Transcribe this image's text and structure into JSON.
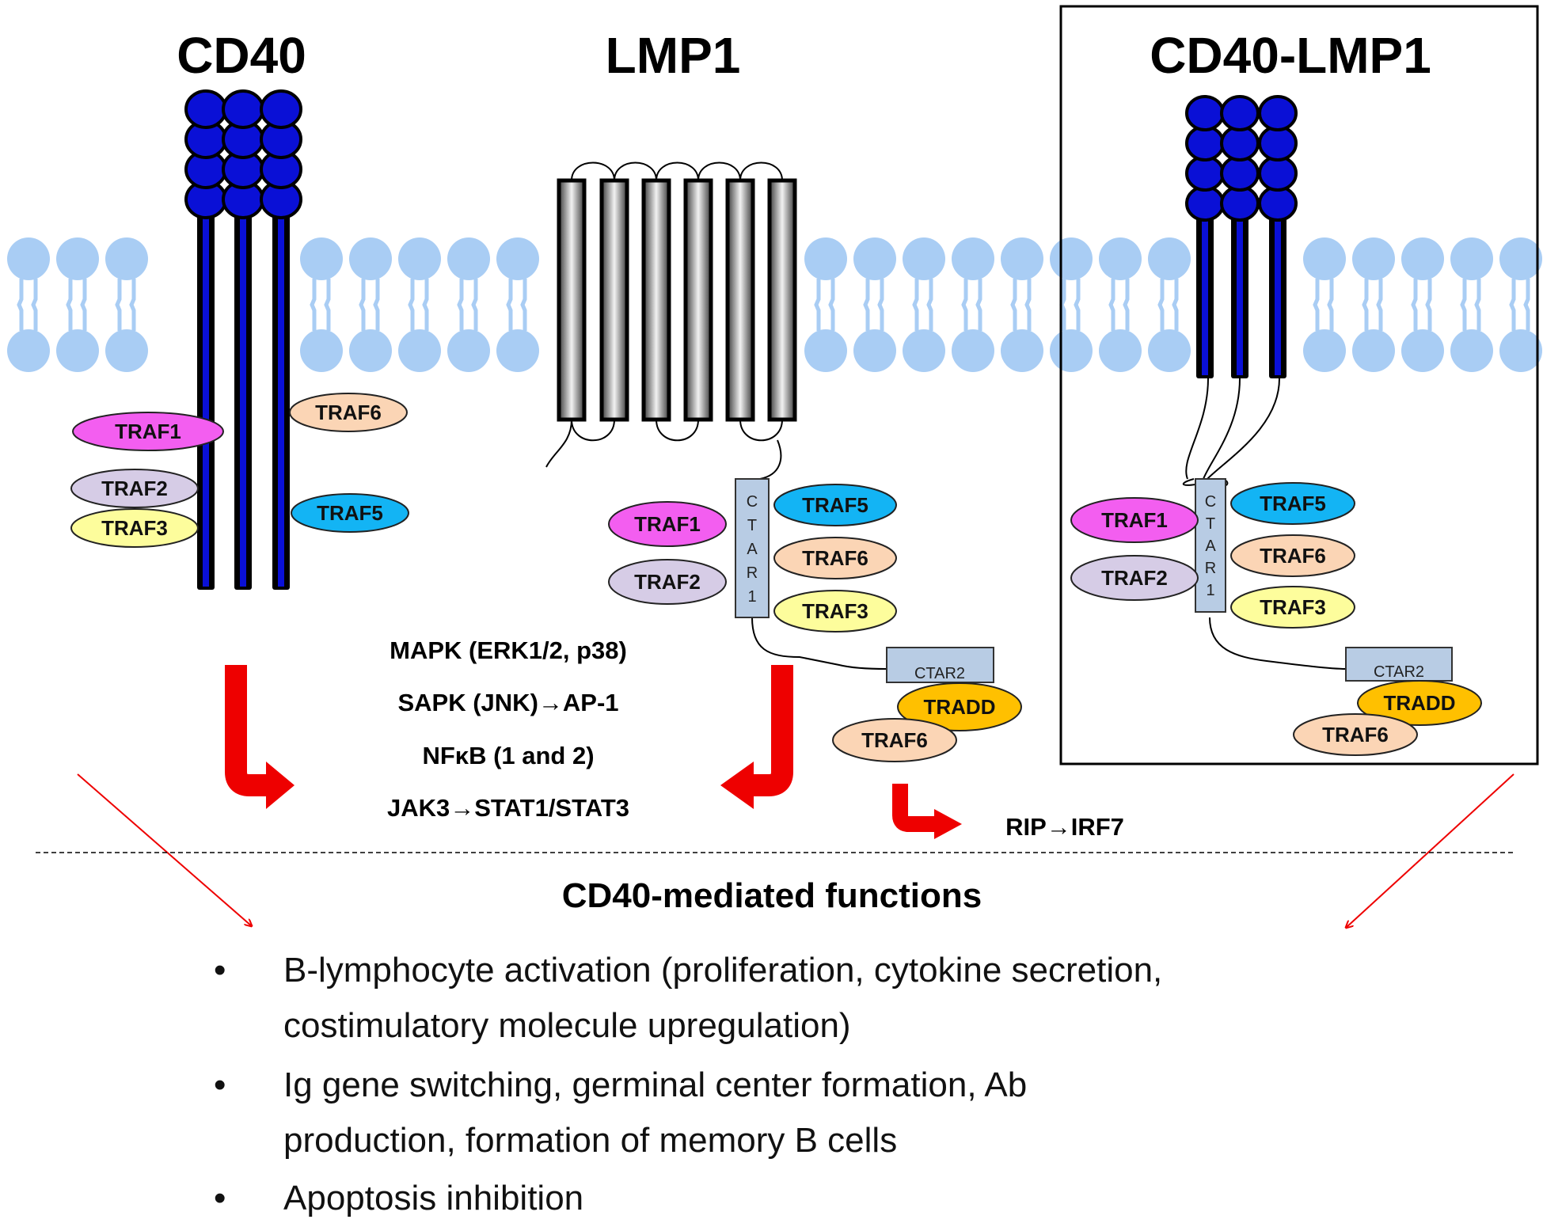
{
  "titles": {
    "cd40": "CD40",
    "lmp1": "LMP1",
    "hybrid": "CD40-LMP1"
  },
  "cd40_panel": {
    "left_trafs": [
      "TRAF1",
      "TRAF2",
      "TRAF3"
    ],
    "right_trafs": [
      "TRAF6",
      "TRAF5"
    ]
  },
  "lmp1_panel": {
    "ctar1": [
      "C",
      "T",
      "A",
      "R",
      "1"
    ],
    "left_trafs": [
      "TRAF1",
      "TRAF2"
    ],
    "right_trafs": [
      "TRAF5",
      "TRAF6",
      "TRAF3"
    ],
    "ctar2": "CTAR2",
    "ctar2_partners": [
      "TRADD",
      "TRAF6"
    ]
  },
  "hybrid_panel": {
    "ctar1": [
      "C",
      "T",
      "A",
      "R",
      "1"
    ],
    "left_trafs": [
      "TRAF1",
      "TRAF2"
    ],
    "right_trafs": [
      "TRAF5",
      "TRAF6",
      "TRAF3"
    ],
    "ctar2": "CTAR2",
    "ctar2_partners": [
      "TRADD",
      "TRAF6"
    ]
  },
  "signaling": [
    "MAPK (ERK1/2, p38)",
    "SAPK (JNK)→AP-1",
    "NFκB (1 and 2)",
    "JAK3→STAT1/STAT3"
  ],
  "rip": "RIP→IRF7",
  "functions": {
    "title": "CD40-mediated functions",
    "bullet": "•",
    "lines": [
      "B-lymphocyte activation (proliferation, cytokine secretion,",
      "costimulatory molecule upregulation)",
      "Ig gene switching, germinal center formation, Ab",
      "production, formation of memory B cells",
      "Apoptosis inhibition"
    ]
  },
  "colors": {
    "membrane": "#a9cdf4",
    "receptor_domain": "#0a10d6",
    "red_arrow": "#ee0000",
    "TRAF1": "#f35ef0",
    "TRAF2": "#d6cce6",
    "TRAF3": "#fdfd9c",
    "TRAF5": "#13b4f4",
    "TRAF6": "#fbd5b5",
    "TRADD": "#ffc000",
    "ctar": "#b8cce4"
  }
}
